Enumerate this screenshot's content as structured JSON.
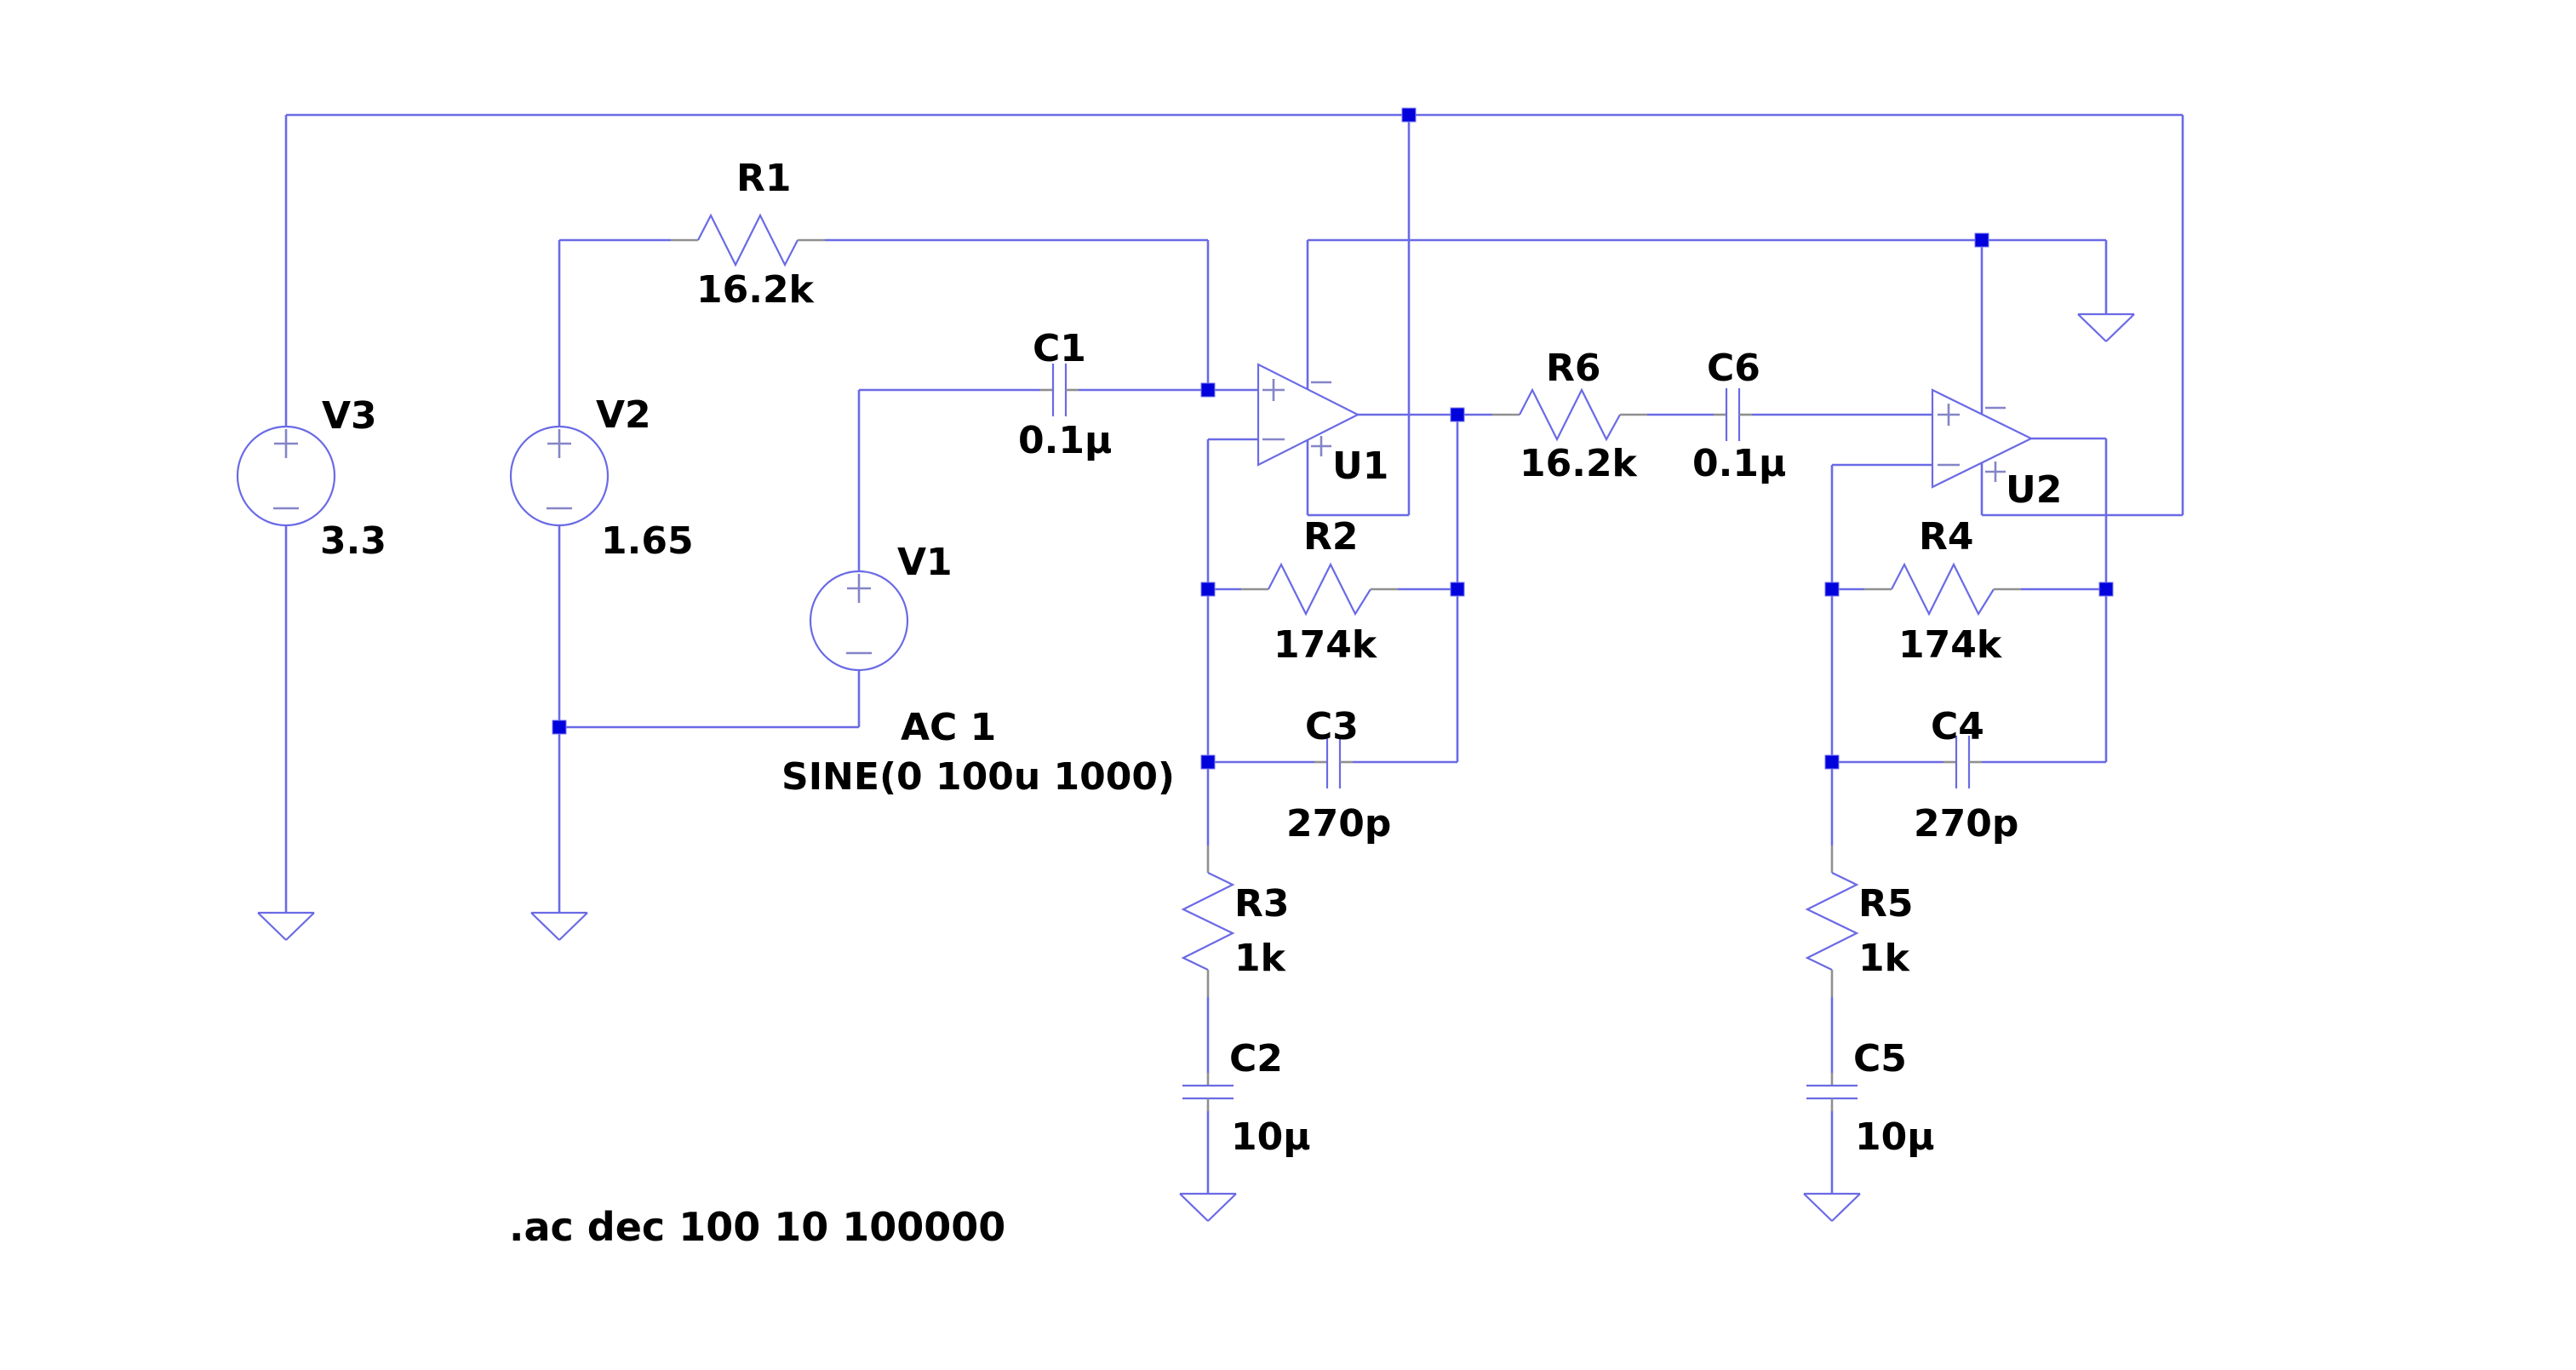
{
  "app": {
    "type": "spice-schematic",
    "background": "#ffffff"
  },
  "colors": {
    "wire": "#6a6ae6",
    "component_lead": "#8f8f8f",
    "junction": "#0202dd",
    "pin_mark": "#8585c8",
    "text": "#000000"
  },
  "directive": {
    "text": ".ac dec 100 10 100000"
  },
  "components": {
    "V1": {
      "name": "V1",
      "value_line1": "AC 1",
      "value_line2": "SINE(0 100u 1000)"
    },
    "V2": {
      "name": "V2",
      "value": "1.65"
    },
    "V3": {
      "name": "V3",
      "value": "3.3"
    },
    "R1": {
      "name": "R1",
      "value": "16.2k"
    },
    "R2": {
      "name": "R2",
      "value": "174k"
    },
    "R3": {
      "name": "R3",
      "value": "1k"
    },
    "R4": {
      "name": "R4",
      "value": "174k"
    },
    "R5": {
      "name": "R5",
      "value": "1k"
    },
    "R6": {
      "name": "R6",
      "value": "16.2k"
    },
    "C1": {
      "name": "C1",
      "value": "0.1µ"
    },
    "C2": {
      "name": "C2",
      "value": "10µ"
    },
    "C3": {
      "name": "C3",
      "value": "270p"
    },
    "C4": {
      "name": "C4",
      "value": "270p"
    },
    "C5": {
      "name": "C5",
      "value": "10µ"
    },
    "C6": {
      "name": "C6",
      "value": "0.1µ"
    },
    "U1": {
      "name": "U1"
    },
    "U2": {
      "name": "U2"
    }
  }
}
